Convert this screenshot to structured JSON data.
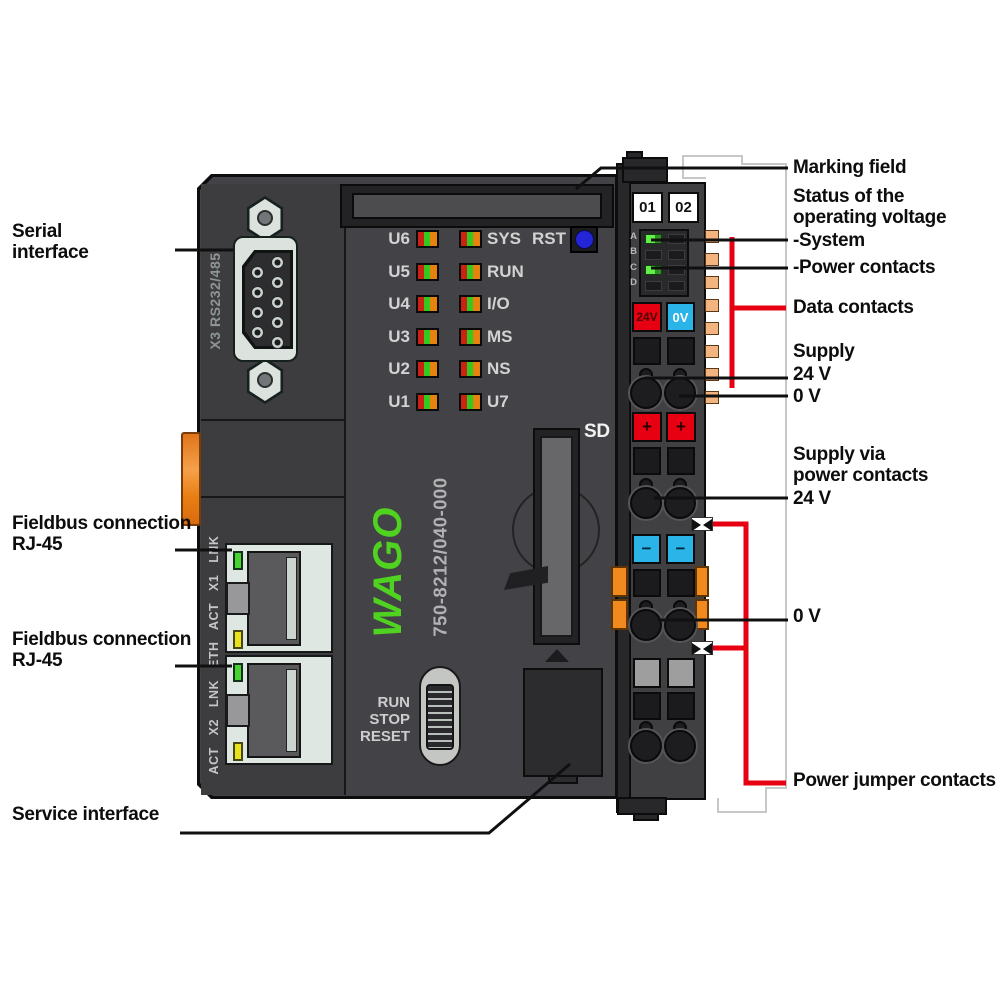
{
  "callouts": {
    "serial_interface": [
      "Serial",
      "interface"
    ],
    "fieldbus_connection_1": [
      "Fieldbus connection",
      "RJ-45"
    ],
    "fieldbus_connection_2": [
      "Fieldbus connection",
      "RJ-45"
    ],
    "service_interface": "Service interface",
    "marking_field": "Marking field",
    "status_operating_voltage": [
      "Status of the",
      "operating voltage"
    ],
    "status_system": "-System",
    "status_power_contacts": "-Power contacts",
    "data_contacts": "Data contacts",
    "supply": "Supply",
    "supply_24v": "24 V",
    "supply_0v": "0 V",
    "supply_via_power_contacts": [
      "Supply via",
      "power contacts"
    ],
    "supply_via_24v": "24 V",
    "power_contacts_0v": "0 V",
    "power_jumper_contacts": "Power jumper contacts"
  },
  "device": {
    "brand": "WAGO",
    "model": "750-8212/040-000",
    "serial_port_label": "X3 RS232/485",
    "reset_label": "RST",
    "sd_label": "SD",
    "mode_switch": [
      "RUN",
      "STOP",
      "RESET"
    ],
    "port_labels_vertical": "ACT   X2   LNK   ETH   ACT   X1   LNK",
    "led_rows": [
      {
        "left": "U6",
        "right": "SYS"
      },
      {
        "left": "U5",
        "right": "RUN"
      },
      {
        "left": "U4",
        "right": "I/O"
      },
      {
        "left": "U3",
        "right": "MS"
      },
      {
        "left": "U2",
        "right": "NS"
      },
      {
        "left": "U1",
        "right": "U7"
      }
    ],
    "terminal": {
      "marking_numbers": [
        "01",
        "02"
      ],
      "led_letters": [
        "A",
        "B",
        "C",
        "D"
      ],
      "label_24v": "24V",
      "label_0v": "0V",
      "plus": "+",
      "minus": "−"
    }
  },
  "colors": {
    "wago_green": "#4fd320",
    "led_green": "#35c81e",
    "led_red": "#cc2213",
    "led_orange": "#e6820e",
    "terminal_red": "#e60012",
    "terminal_blue": "#2ab4e8",
    "data_contact_orange": "#f3b480",
    "latch_orange": "#f08a1e",
    "callout_red": "#e60012"
  }
}
